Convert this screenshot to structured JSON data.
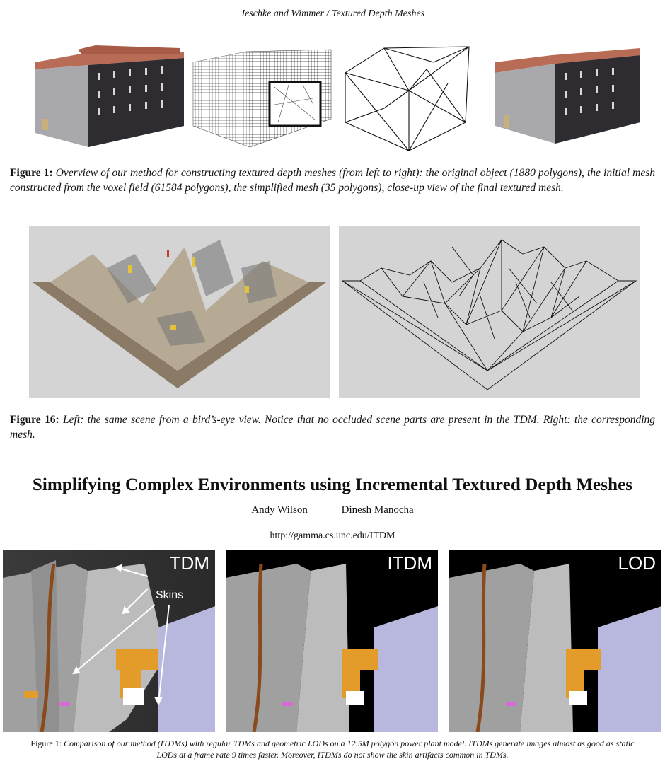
{
  "page_header": "Jeschke and Wimmer / Textured Depth Meshes",
  "figure1": {
    "label": "Figure 1:",
    "text": "Overview of our method for constructing textured depth meshes (from left to right): the original object (1880 polygons), the initial mesh constructed from the voxel field (61584 polygons), the simplified mesh (35 polygons), close-up view of the final textured mesh."
  },
  "figure16": {
    "label": "Figure 16:",
    "text": "Left: the same scene from a bird’s-eye view. Notice that no occluded scene parts are present in the TDM. Right: the corresponding mesh."
  },
  "paper2": {
    "title": "Simplifying Complex Environments using Incremental Textured Depth Meshes",
    "authors": [
      "Andy Wilson",
      "Dinesh Manocha"
    ],
    "url": "http://gamma.cs.unc.edu/ITDM",
    "panels": [
      "TDM",
      "ITDM",
      "LOD"
    ],
    "annotation": "Skins",
    "caption_label": "Figure 1:",
    "caption_text": "Comparison of our method (ITDMs) with regular TDMs and geometric LODs on a 12.5M polygon power plant model. ITDMs generate images almost as good as static LODs at a frame rate 9 times faster. Moreover, ITDMs do not show the skin artifacts common in TDMs."
  },
  "colors": {
    "roof": "#b86b55",
    "facade_dark": "#2e2c30",
    "facade_light": "#a9a9ad",
    "scene_bg": "#d4d4d4",
    "terrain": "#8a7a66",
    "pipe_orange": "#e39b2a",
    "tank_lavender": "#b8b8de"
  }
}
